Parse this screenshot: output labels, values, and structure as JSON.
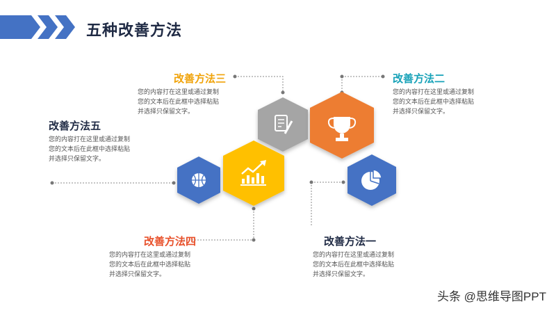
{
  "header": {
    "title": "五种改善方法"
  },
  "methods": [
    {
      "title": "改善方法三",
      "lines": [
        "您的内容打在这里或通过复制",
        "您的文本后在此框中选择粘贴",
        "并选择只保留文字。"
      ]
    },
    {
      "title": "改善方法二",
      "lines": [
        "您的内容打在这里或通过复制",
        "您的文本后在此框中选择粘贴",
        "并选择只保留文字。"
      ]
    },
    {
      "title": "改善方法五",
      "lines": [
        "您的内容打在这里或通过复制",
        "您的文本后在此框中选择粘贴",
        "并选择只保留文字。"
      ]
    },
    {
      "title": "改善方法四",
      "lines": [
        "您的内容打在这里或通过复制",
        "您的文本后在此框中选择粘贴",
        "并选择只保留文字。"
      ]
    },
    {
      "title": "改善方法一",
      "lines": [
        "您的内容打在这里或通过复制",
        "您的文本后在此框中选择粘贴",
        "并选择只保留文字。"
      ]
    }
  ],
  "watermark": "头条 @思维导图PPT",
  "colors": {
    "blue": "#4472C4",
    "orange": "#ED7D31",
    "yellow": "#FFC000",
    "gray": "#A5A5A5",
    "text_orange": "#F0A30A",
    "text_teal": "#17A2B8",
    "text_dark": "#1F2A44",
    "text_red": "#E8502A"
  },
  "icons": {
    "gray_hex": "notepad-icon",
    "orange_hex": "trophy-icon",
    "blue_right_hex": "pie-chart-icon",
    "yellow_hex": "growth-chart-icon",
    "blue_left_hex": "basketball-icon"
  }
}
